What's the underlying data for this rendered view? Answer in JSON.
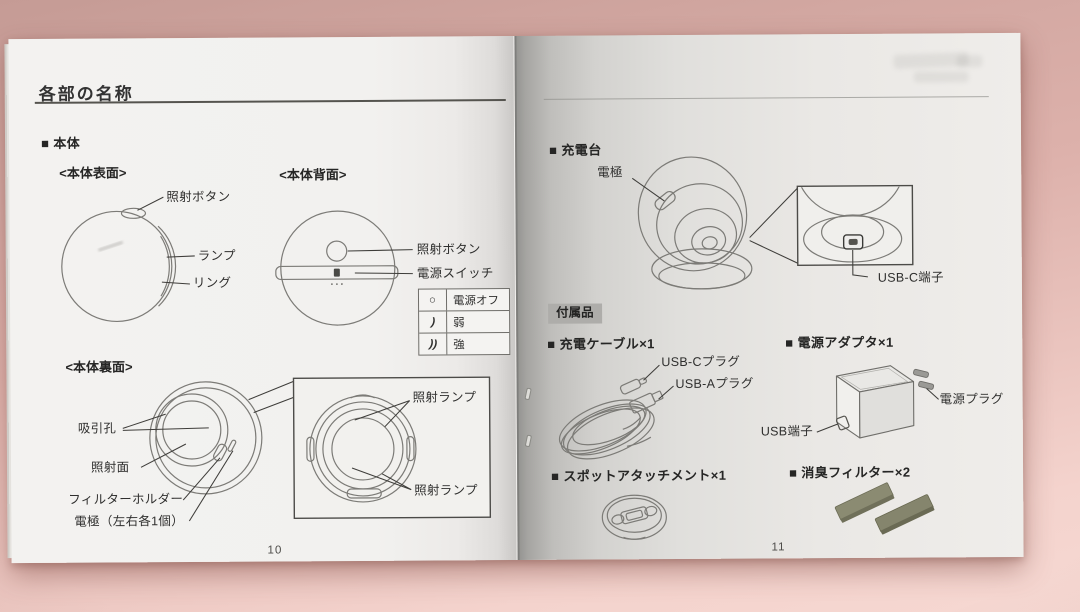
{
  "left_page": {
    "page_number": "10",
    "title": "各部の名称",
    "section_heading": "■ 本体",
    "front_view": {
      "caption": "<本体表面>",
      "labels": {
        "button": "照射ボタン",
        "lamp": "ランプ",
        "ring": "リング"
      }
    },
    "back_view": {
      "caption": "<本体背面>",
      "labels": {
        "button": "照射ボタン",
        "switch": "電源スイッチ"
      },
      "switch_table": [
        {
          "symbol": "○",
          "meaning": "電源オフ"
        },
        {
          "symbol": ")",
          "meaning": "弱"
        },
        {
          "symbol": "))",
          "meaning": "強"
        }
      ]
    },
    "bottom_view": {
      "caption": "<本体裏面>",
      "labels": {
        "suction_holes": "吸引孔",
        "irradiation_surface": "照射面",
        "filter_holder": "フィルターホルダー",
        "electrodes": "電極（左右各1個）"
      },
      "detail": {
        "lamp_top": "照射ランプ",
        "lamp_bottom": "照射ランプ"
      }
    }
  },
  "right_page": {
    "page_number": "11",
    "charging_stand": {
      "heading": "■ 充電台",
      "electrode_label": "電極",
      "usb_c_port_label": "USB-C端子"
    },
    "accessories": {
      "badge": "付属品",
      "cable": {
        "heading": "■ 充電ケーブル×1",
        "usb_c_plug": "USB-Cプラグ",
        "usb_a_plug": "USB-Aプラグ"
      },
      "adapter": {
        "heading": "■ 電源アダプタ×1",
        "usb_port": "USB端子",
        "power_plug": "電源プラグ"
      },
      "spot_attachment": {
        "heading": "■ スポットアタッチメント×1"
      },
      "deodorizing_filter": {
        "heading": "■ 消臭フィルター×2"
      }
    }
  },
  "colors": {
    "desk_pink": "#d8aba5",
    "paper": "#f2f1ef",
    "filter_green": "#85856d"
  }
}
